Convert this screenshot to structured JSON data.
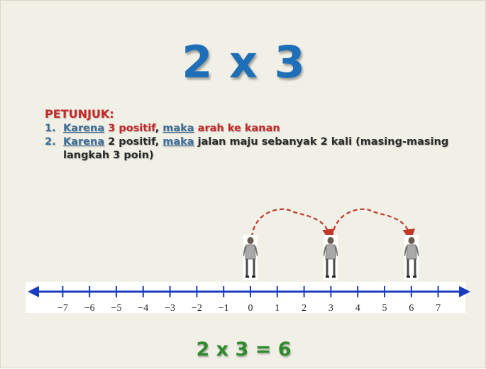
{
  "title": "2 x 3",
  "hint": {
    "heading": "PETUNJUK:",
    "item1": {
      "num": "1.",
      "parts": [
        "Karena",
        " ",
        "3",
        " positif",
        ", ",
        "maka",
        " ",
        "arah ke kanan"
      ]
    },
    "item2": {
      "num": "2.",
      "parts": [
        "Karena",
        " 2 positif, ",
        "maka",
        " jalan maju sebanyak 2 kali (masing-masing langkah 3 poin)"
      ]
    }
  },
  "number_line": {
    "labels": [
      "−7",
      "−6",
      "−5",
      "−4",
      "−3",
      "−2",
      "−1",
      "0",
      "1",
      "2",
      "3",
      "4",
      "5",
      "6",
      "7"
    ],
    "values": [
      -7,
      -6,
      -5,
      -4,
      -3,
      -2,
      -1,
      0,
      1,
      2,
      3,
      4,
      5,
      6,
      7
    ],
    "person_positions": [
      0,
      3,
      6
    ],
    "jumps": [
      [
        0,
        3
      ],
      [
        3,
        6
      ]
    ],
    "line_color": "#1a3dbf",
    "arc_color": "#c0392b"
  },
  "result": "2 x 3 = 6",
  "colors": {
    "title": "#1f6fb8",
    "heading": "#c62828",
    "link_blue": "#3d6f9c",
    "result": "#2e8b2e"
  }
}
